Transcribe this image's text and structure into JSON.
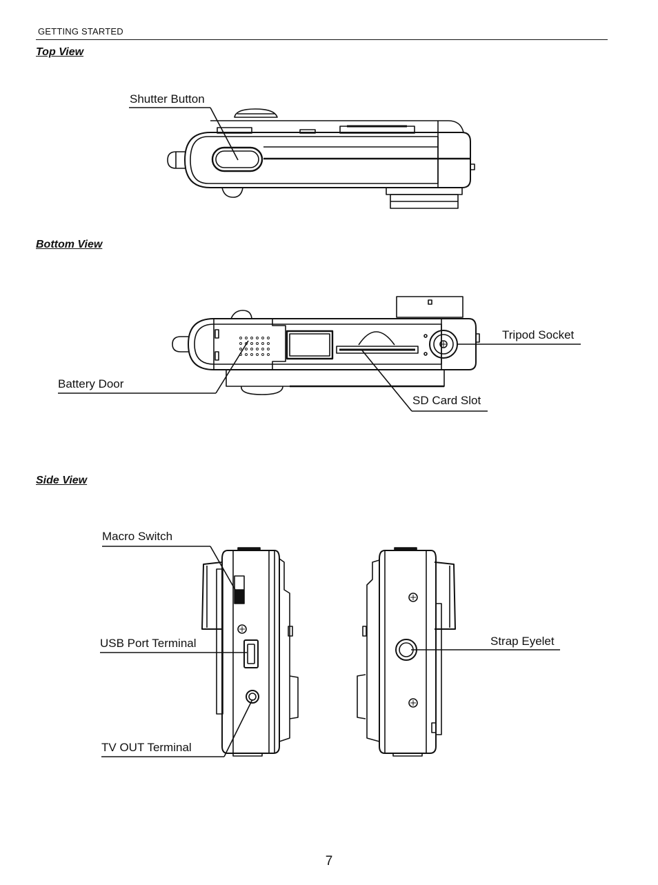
{
  "header": {
    "section": "GETTING STARTED"
  },
  "sections": {
    "top": {
      "heading": "Top View",
      "labels": {
        "shutter": "Shutter Button"
      }
    },
    "bottom": {
      "heading": "Bottom View",
      "labels": {
        "tripod": "Tripod Socket",
        "battery": "Battery Door",
        "sd": "SD Card Slot"
      }
    },
    "side": {
      "heading": "Side View",
      "labels": {
        "macro": "Macro Switch",
        "usb": "USB Port Terminal",
        "tvout": "TV OUT Terminal",
        "strap": "Strap Eyelet"
      }
    }
  },
  "footer": {
    "page_number": "7"
  }
}
